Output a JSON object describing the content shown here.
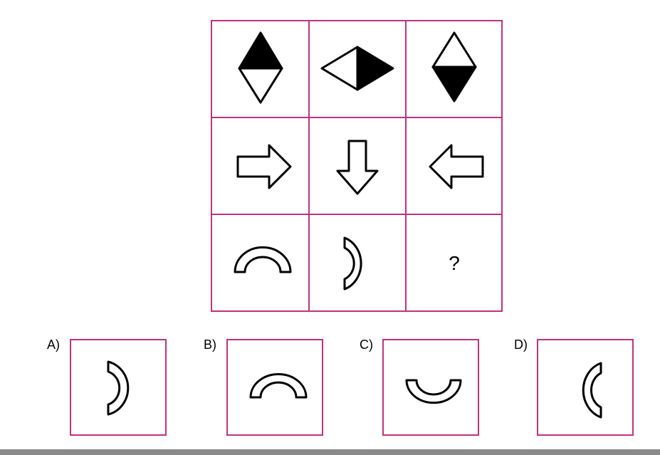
{
  "puzzle": {
    "question_mark": "?",
    "options": [
      {
        "label": "A)"
      },
      {
        "label": "B)"
      },
      {
        "label": "C)"
      },
      {
        "label": "D)"
      }
    ]
  },
  "colors": {
    "grid_border": "#c2317f",
    "shape_stroke": "#000000",
    "shape_fill_dark": "#000000",
    "shape_fill_light": "#ffffff",
    "bottom_bar": "#8a8a8a"
  },
  "icons": {
    "r1c1": "diamond-top-filled-icon",
    "r1c2": "diamond-right-filled-icon",
    "r1c3": "diamond-bottom-filled-icon",
    "r2c1": "arrow-right-icon",
    "r2c2": "arrow-down-icon",
    "r2c3": "arrow-left-icon",
    "r3c1": "half-ring-up-icon",
    "r3c2": "half-ring-right-icon",
    "option_a": "half-ring-right-icon",
    "option_b": "half-ring-up-icon",
    "option_c": "half-ring-down-icon",
    "option_d": "half-ring-left-icon"
  }
}
